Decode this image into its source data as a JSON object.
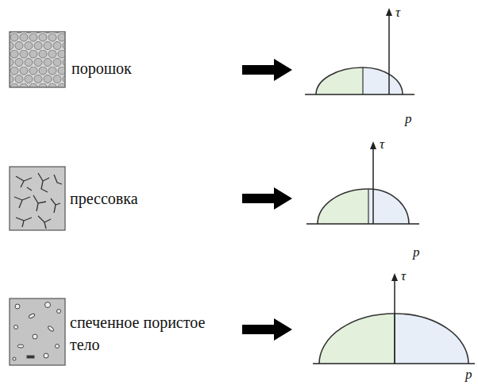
{
  "diagram": {
    "labels": [
      "порошок",
      "τ",
      "p",
      "прессовка",
      "τ",
      "p",
      "спеченное пористое тело",
      "τ",
      "p"
    ]
  }
}
